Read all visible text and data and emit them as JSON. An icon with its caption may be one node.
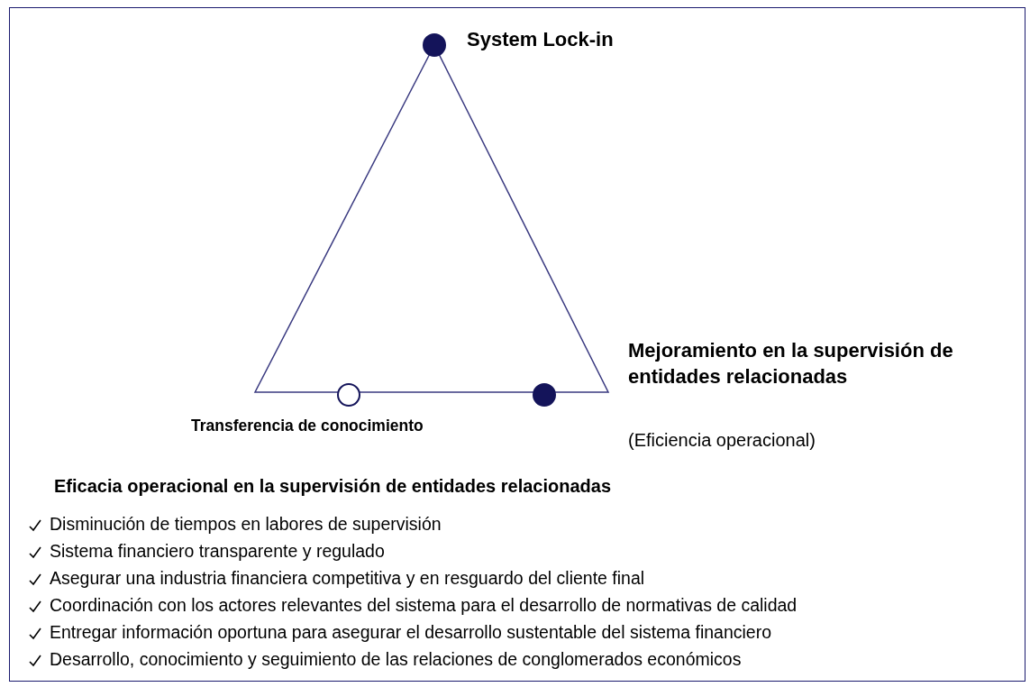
{
  "diagram": {
    "nodes": [
      {
        "text": [],
        "shape": "circle",
        "beside": [
          "System Lock-in"
        ]
      },
      {
        "text": [],
        "shape": "circle",
        "beside": [
          "Transferencia de conocimiento"
        ]
      },
      {
        "text": [],
        "shape": "circle",
        "beside": [
          "Mejoramiento en la supervisión de entidades relacionadas",
          "(Eficiencia operacional)"
        ]
      }
    ],
    "labels": [
      "Eficacia operacional en la supervisión de entidades relacionadas",
      "Disminución de tiempos en labores de supervisión",
      "Sistema financiero transparente y regulado",
      "Asegurar una industria financiera competitiva y en resguardo del cliente final",
      "Coordinación con los actores relevantes del sistema para el desarrollo de normativas de calidad",
      "Entregar información oportuna para asegurar el desarrollo sustentable del sistema financiero",
      "Desarrollo, conocimiento y seguimiento de las relaciones de conglomerados económicos"
    ]
  }
}
